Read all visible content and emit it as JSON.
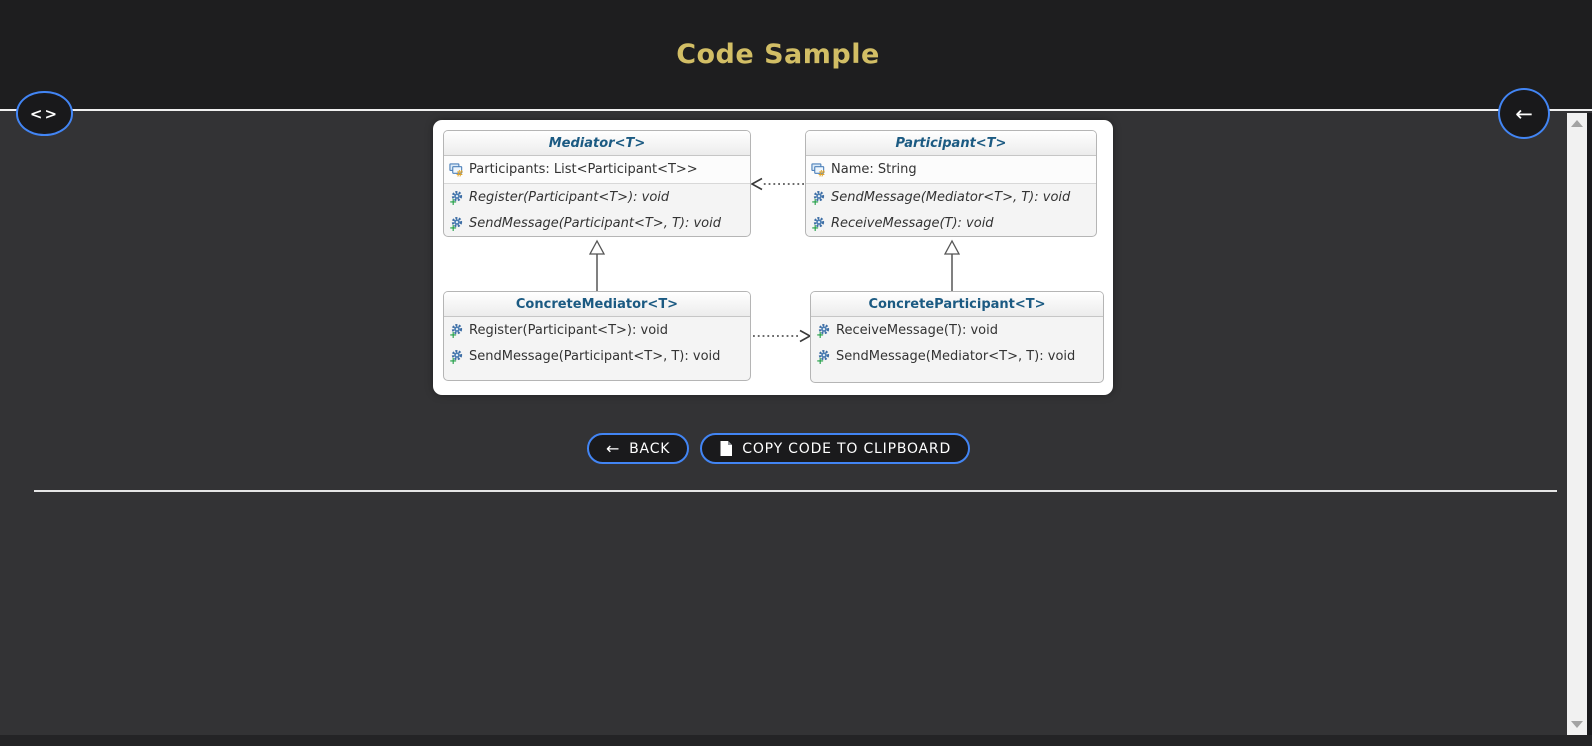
{
  "header": {
    "title": "Code Sample"
  },
  "floating_buttons": {
    "code_button_icon": "<>",
    "back_button_icon": "←"
  },
  "diagram": {
    "classes": [
      {
        "name": "Mediator<T>",
        "stereotype": "abstract",
        "properties": [
          "Participants: List<Participant<T>>"
        ],
        "methods": [
          "Register(Participant<T>): void",
          "SendMessage(Participant<T>, T): void"
        ]
      },
      {
        "name": "Participant<T>",
        "stereotype": "abstract",
        "properties": [
          "Name: String"
        ],
        "methods": [
          "SendMessage(Mediator<T>, T): void",
          "ReceiveMessage(T): void"
        ]
      },
      {
        "name": "ConcreteMediator<T>",
        "stereotype": "concrete",
        "properties": [],
        "methods": [
          "Register(Participant<T>): void",
          "SendMessage(Participant<T>, T): void"
        ]
      },
      {
        "name": "ConcreteParticipant<T>",
        "stereotype": "concrete",
        "properties": [],
        "methods": [
          "ReceiveMessage(T): void",
          "SendMessage(Mediator<T>, T): void"
        ]
      }
    ],
    "relationships": [
      {
        "from": "ConcreteMediator<T>",
        "to": "Mediator<T>",
        "type": "inheritance"
      },
      {
        "from": "ConcreteParticipant<T>",
        "to": "Participant<T>",
        "type": "inheritance"
      },
      {
        "from": "Participant<T>",
        "to": "Mediator<T>",
        "type": "dependency"
      },
      {
        "from": "ConcreteMediator<T>",
        "to": "ConcreteParticipant<T>",
        "type": "dependency"
      }
    ]
  },
  "actions": {
    "back": {
      "icon": "←",
      "label": "BACK"
    },
    "copy": {
      "label": "COPY CODE TO CLIPBOARD"
    }
  },
  "colors": {
    "accent_blue": "#4285f4",
    "title_gold": "#d2be65",
    "class_title_blue": "#1b5a82",
    "header_bg": "#1e1e1f",
    "page_bg": "#333335"
  }
}
